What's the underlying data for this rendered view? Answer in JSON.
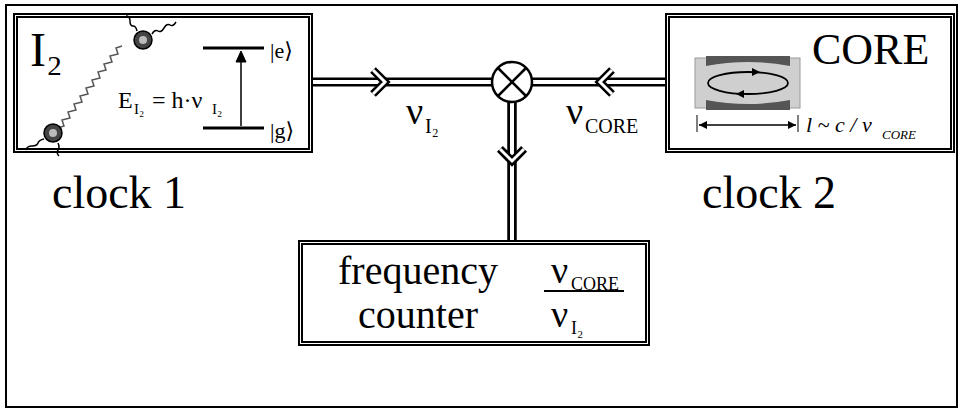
{
  "diagram": {
    "nodes": [
      {
        "text": [
          "I₂",
          "|e⟩",
          "E",
          "I₂",
          "= h·ν",
          "I₂",
          "|g⟩",
          "clock 1"
        ]
      },
      {
        "text": [
          "CORE",
          "l ~ c / ν",
          "CORE",
          "clock 2"
        ]
      },
      {
        "text": [
          "frequency counter",
          "ν",
          "CORE",
          "ν",
          "I₂"
        ]
      }
    ],
    "edges": [
      {
        "from": 0,
        "to": 2,
        "arrow": "to",
        "label": "ν"
      },
      {
        "from": 1,
        "to": 2,
        "arrow": "to",
        "label": "ν"
      }
    ],
    "labels": [
      "I₂",
      "CORE"
    ]
  }
}
